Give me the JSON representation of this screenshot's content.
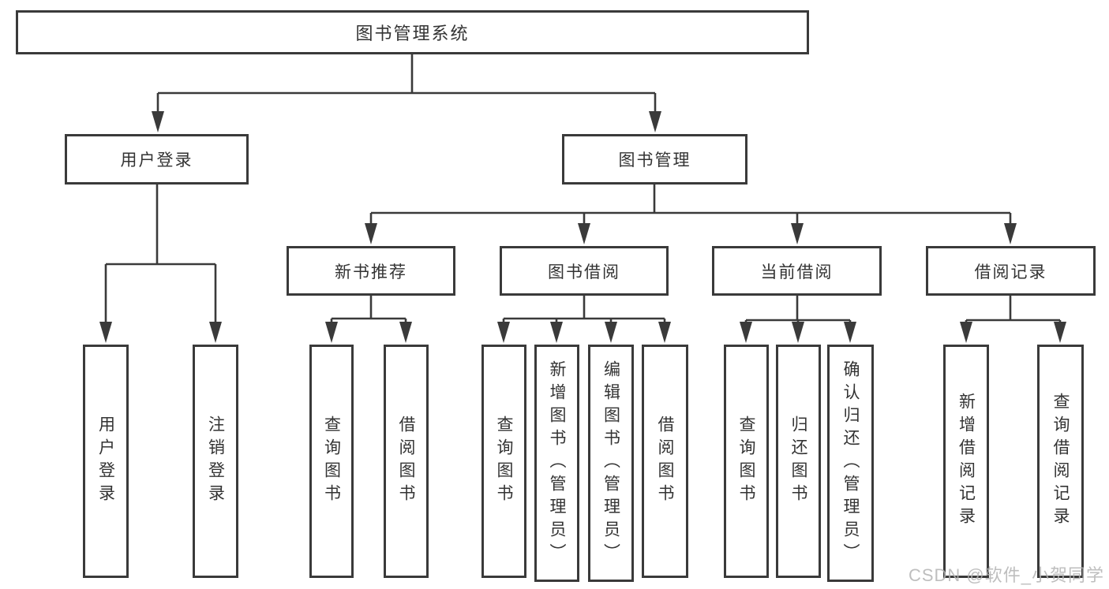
{
  "colors": {
    "line": "#3a3a3a",
    "text": "#333333",
    "watermark": "#b3b3b3"
  },
  "watermark": {
    "text": "CSDN @软件_小贺同学"
  },
  "diagram": {
    "type": "hierarchy-tree",
    "root": {
      "label": "图书管理系统"
    },
    "level2": [
      {
        "label": "用户登录"
      },
      {
        "label": "图书管理"
      }
    ],
    "level3": [
      {
        "label": "新书推荐",
        "parent": "图书管理"
      },
      {
        "label": "图书借阅",
        "parent": "图书管理"
      },
      {
        "label": "当前借阅",
        "parent": "图书管理"
      },
      {
        "label": "借阅记录",
        "parent": "图书管理"
      }
    ],
    "leaves": [
      {
        "label": "用户登录",
        "parent": "用户登录"
      },
      {
        "label": "注销登录",
        "parent": "用户登录"
      },
      {
        "label": "查询图书",
        "parent": "新书推荐"
      },
      {
        "label": "借阅图书",
        "parent": "新书推荐"
      },
      {
        "label": "查询图书",
        "parent": "图书借阅"
      },
      {
        "label": "新增图书（管理员）",
        "parent": "图书借阅"
      },
      {
        "label": "编辑图书（管理员）",
        "parent": "图书借阅"
      },
      {
        "label": "借阅图书",
        "parent": "图书借阅"
      },
      {
        "label": "查询图书",
        "parent": "当前借阅"
      },
      {
        "label": "归还图书",
        "parent": "当前借阅"
      },
      {
        "label": "确认归还（管理员）",
        "parent": "当前借阅"
      },
      {
        "label": "新增借阅记录",
        "parent": "借阅记录"
      },
      {
        "label": "查询借阅记录",
        "parent": "借阅记录"
      }
    ]
  }
}
